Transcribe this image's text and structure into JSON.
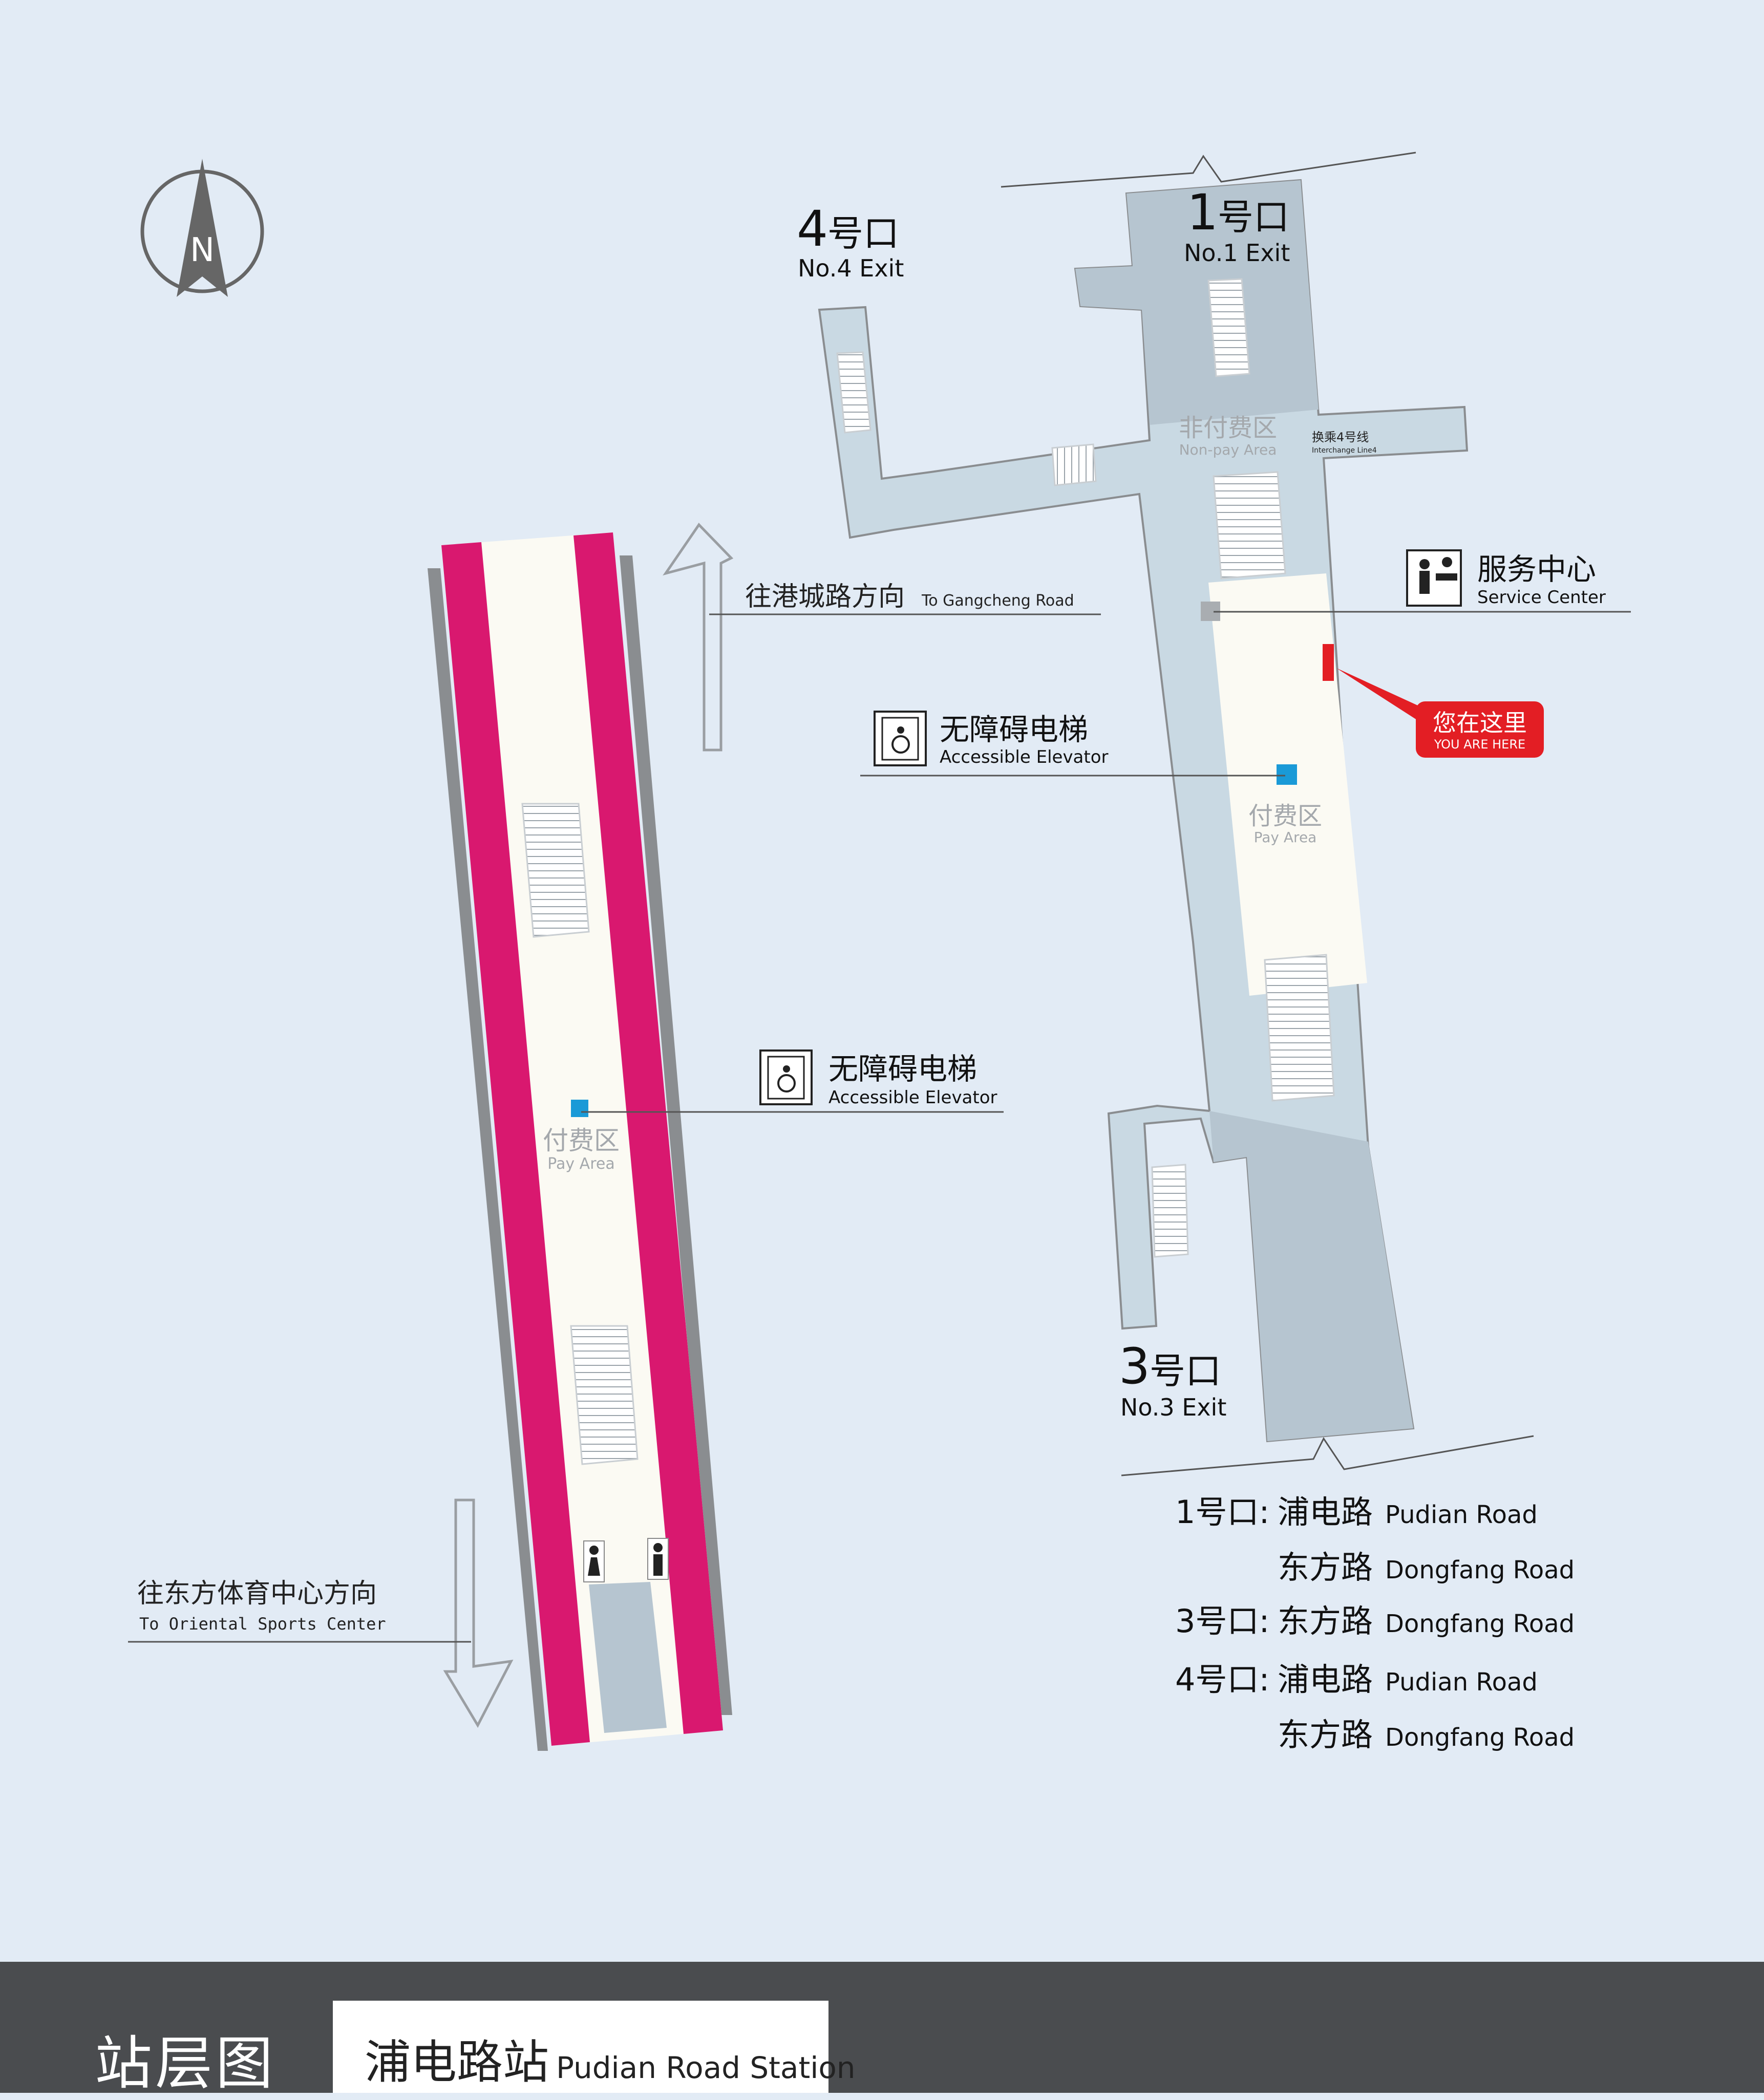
{
  "compass": {
    "label": "N"
  },
  "exits": {
    "exit1": {
      "number": "1",
      "zh": "号口",
      "en": "No.1 Exit"
    },
    "exit3": {
      "number": "3",
      "zh": "号口",
      "en": "No.3 Exit"
    },
    "exit4": {
      "number": "4",
      "zh": "号口",
      "en": "No.4 Exit"
    }
  },
  "areas": {
    "non_pay_zh": "非付费区",
    "non_pay_en": "Non-pay Area",
    "pay_zh": "付费区",
    "pay_en": "Pay Area"
  },
  "interchange": {
    "zh": "换乘4号线",
    "en": "Interchange Line4"
  },
  "service_center": {
    "zh": "服务中心",
    "en": "Service Center",
    "icon": "service-desk-icon"
  },
  "you_are_here": {
    "zh": "您在这里",
    "en": "YOU ARE HERE",
    "color": "#e31e24"
  },
  "elevator": {
    "zh": "无障碍电梯",
    "en": "Accessible Elevator",
    "icon": "accessible-elevator-icon",
    "color": "#1a9ad7"
  },
  "directions": {
    "north": {
      "zh": "往港城路方向",
      "en": "To Gangcheng Road"
    },
    "south": {
      "zh": "往东方体育中心方向",
      "en": "To Oriental Sports Center"
    }
  },
  "exit_list": [
    {
      "exit": "1号口:",
      "zh": "浦电路",
      "en": "Pudian Road"
    },
    {
      "exit": "",
      "zh": "东方路",
      "en": "Dongfang Road"
    },
    {
      "exit": "3号口:",
      "zh": "东方路",
      "en": "Dongfang Road"
    },
    {
      "exit": "4号口:",
      "zh": "浦电路",
      "en": "Pudian Road"
    },
    {
      "exit": "",
      "zh": "东方路",
      "en": "Dongfang Road"
    }
  ],
  "footer": {
    "title": "站层图",
    "station_zh": "浦电路站",
    "station_en": "Pudian Road Station"
  },
  "colors": {
    "platform_edge": "#d9186f",
    "background": "#e2ebf5",
    "concourse": "#c9d9e3",
    "floor": "#fbfaf3",
    "unpaid": "#b6c5d0"
  }
}
